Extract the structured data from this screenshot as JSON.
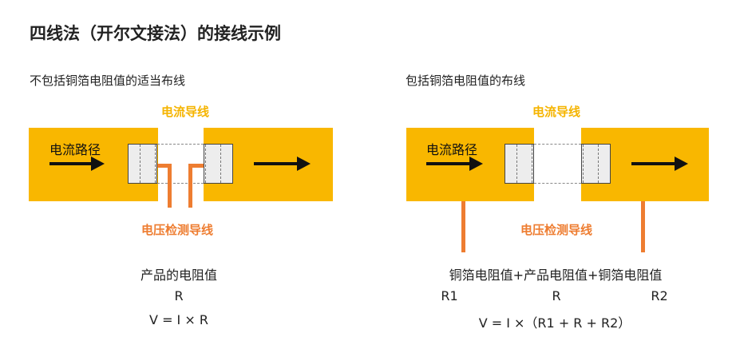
{
  "title": "四线法（开尔文接法）的接线示例",
  "left": {
    "subtitle": "不包括铜箔电阻值的适当布线",
    "current_lead_label": "电流导线",
    "current_path_label": "电流路径",
    "voltage_lead_label": "电压检测导线",
    "measured": "产品的电阻值",
    "symbol": "R",
    "formula": "V = I × R"
  },
  "right": {
    "subtitle": "包括铜箔电阻值的布线",
    "current_lead_label": "电流导线",
    "current_path_label": "电流路径",
    "voltage_lead_label": "电压检测导线",
    "measured": "铜箔电阻值+产品电阻值+铜箔电阻值",
    "r1": "R1",
    "r": "R",
    "r2": "R2",
    "formula": "V = I ×（R1 + R + R2）"
  },
  "colors": {
    "pad": "#f9b700",
    "voltage_lead": "#ee7d31",
    "current_lead_label": "#f5b400",
    "chip": "#ededed",
    "arrow": "#111111"
  }
}
